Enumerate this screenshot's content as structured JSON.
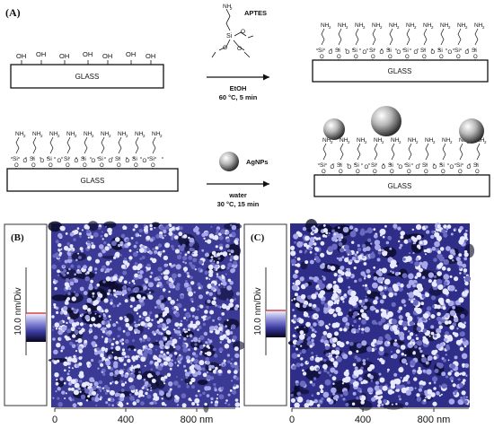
{
  "panel_labels": {
    "a": "(A)",
    "b": "(B)",
    "c": "(C)"
  },
  "scheme": {
    "substrate": "GLASS",
    "hydroxyl": "OH",
    "si": "Si",
    "o": "O",
    "amine": "NH",
    "amine_sub": "2",
    "reagent_1": "APTES",
    "solvent_1": "EtOH",
    "condition_1": "60 °C, 5 min",
    "reagent_2": "AgNPs",
    "solvent_2": "water",
    "condition_2": "30 °C, 15 min"
  },
  "afm": {
    "scale_label": "10.0 nm/Div",
    "axis_unit": "nm",
    "ticks": [
      "0",
      "400",
      "800 nm"
    ]
  },
  "colors": {
    "afm_dark": "#0a0a28",
    "afm_mid": "#4c4ca6",
    "afm_light": "#e8e8ff",
    "scale_red": "#cc2222"
  }
}
